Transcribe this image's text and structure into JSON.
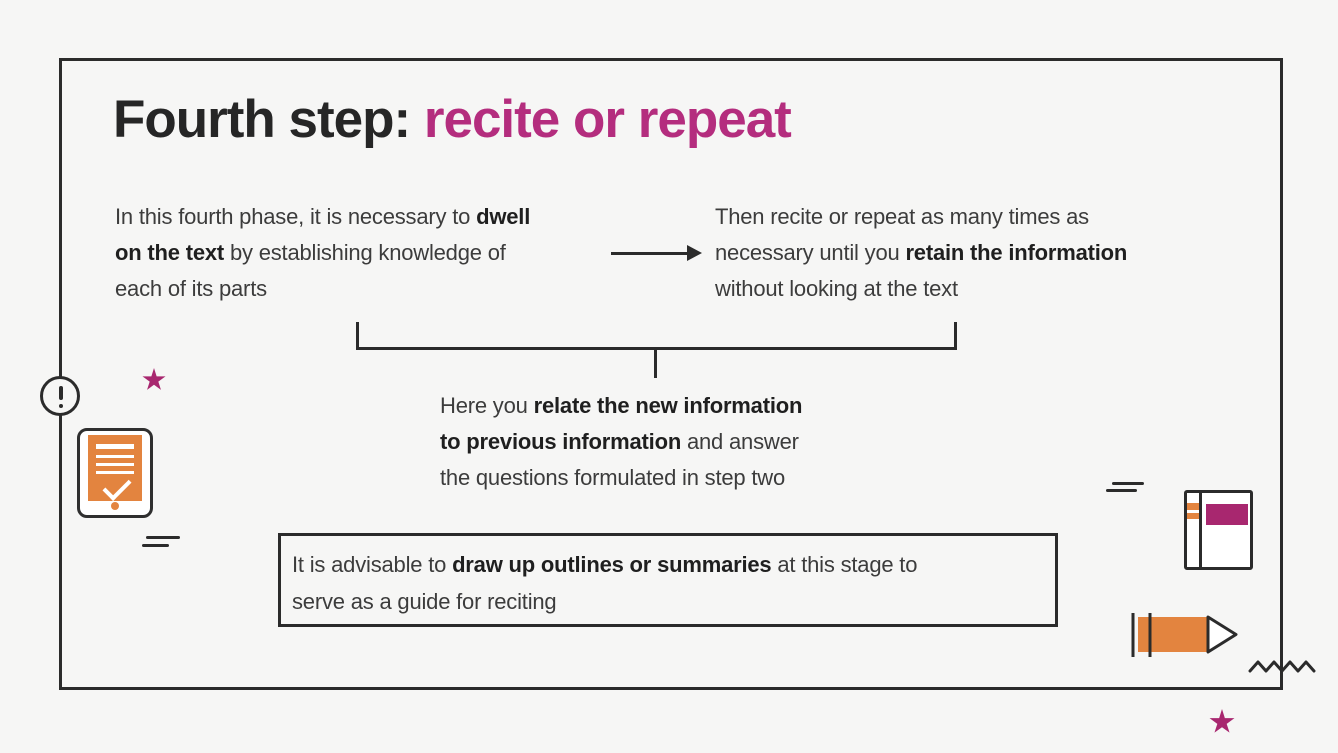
{
  "slide": {
    "title": {
      "prefix": "Fourth step: ",
      "highlight": "recite or repeat"
    },
    "left_paragraph": {
      "runs": [
        {
          "t": "In this fourth phase, it is necessary to ",
          "b": false
        },
        {
          "t": "dwell\non the text",
          "b": true
        },
        {
          "t": " by establishing knowledge of\neach of its parts",
          "b": false
        }
      ]
    },
    "right_paragraph": {
      "runs": [
        {
          "t": "Then recite or repeat as many times as\nnecessary until you ",
          "b": false
        },
        {
          "t": "retain the information",
          "b": true
        },
        {
          "t": "\nwithout looking at the text",
          "b": false
        }
      ]
    },
    "center_paragraph": {
      "runs": [
        {
          "t": "Here you ",
          "b": false
        },
        {
          "t": "relate the new information\nto previous information",
          "b": true
        },
        {
          "t": " and answer\nthe questions formulated in step two",
          "b": false
        }
      ]
    },
    "note_box": {
      "runs": [
        {
          "t": "It is advisable to ",
          "b": false
        },
        {
          "t": "draw up outlines or summaries",
          "b": true
        },
        {
          "t": " at this stage to\nserve as a guide for reciting",
          "b": false
        }
      ]
    }
  },
  "icons": {
    "alert": "exclamation-circle-icon",
    "stars": "star-icon",
    "tablet": "tablet-checklist-icon",
    "notebook": "notebook-icon",
    "pencil": "pencil-icon",
    "squiggle": "squiggle-icon",
    "equals": "equals-mark-icon",
    "arrow": "right-arrow-icon",
    "bracket": "bracket-connector"
  },
  "colors": {
    "background": "#f6f6f5",
    "ink": "#2b2b2b",
    "body_text": "#3c3c3c",
    "title_dark": "#262626",
    "magenta_title": "#b42d7e",
    "magenta_accent": "#a8276f",
    "orange_accent": "#e3843f"
  }
}
